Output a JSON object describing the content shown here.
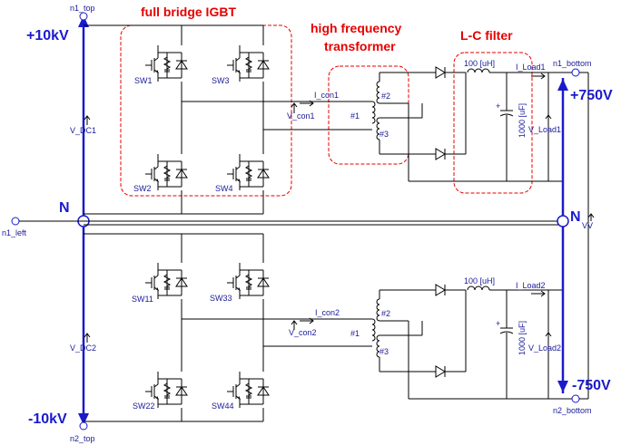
{
  "titles": {
    "igbt": "full bridge IGBT",
    "transformer_line1": "high frequency",
    "transformer_line2": "transformer",
    "filter": "L-C filter"
  },
  "rails": {
    "plus_hv": "+10kV",
    "minus_hv": "-10kV",
    "neutral_left": "N",
    "neutral_right": "N",
    "plus_lv": "+750V",
    "minus_lv": "-750V"
  },
  "nodes": {
    "n1_top": "n1_top",
    "n2_top": "n2_top",
    "n1_bottom": "n1_bottom",
    "n2_bottom": "n2_bottom",
    "n1_left": "n1_left",
    "vv": "VV"
  },
  "top_stage": {
    "switches": [
      "SW1",
      "SW3",
      "SW2",
      "SW4"
    ],
    "source": "V_DC1",
    "current": "I_con1",
    "voltage": "V_con1",
    "windings": [
      "#2",
      "#1",
      "#3"
    ],
    "inductor": "100 [uH]",
    "capacitor": "1000 [uF]",
    "load_current": "I_Load1",
    "load_voltage": "V_Load1"
  },
  "bottom_stage": {
    "switches": [
      "SW11",
      "SW33",
      "SW22",
      "SW44"
    ],
    "source": "V_DC2",
    "current": "I_con2",
    "voltage": "V_con2",
    "windings": [
      "#2",
      "#1",
      "#3"
    ],
    "inductor": "100 [uH]",
    "capacitor": "1000 [uF]",
    "load_current": "I_Load2",
    "load_voltage": "V_Load2"
  }
}
